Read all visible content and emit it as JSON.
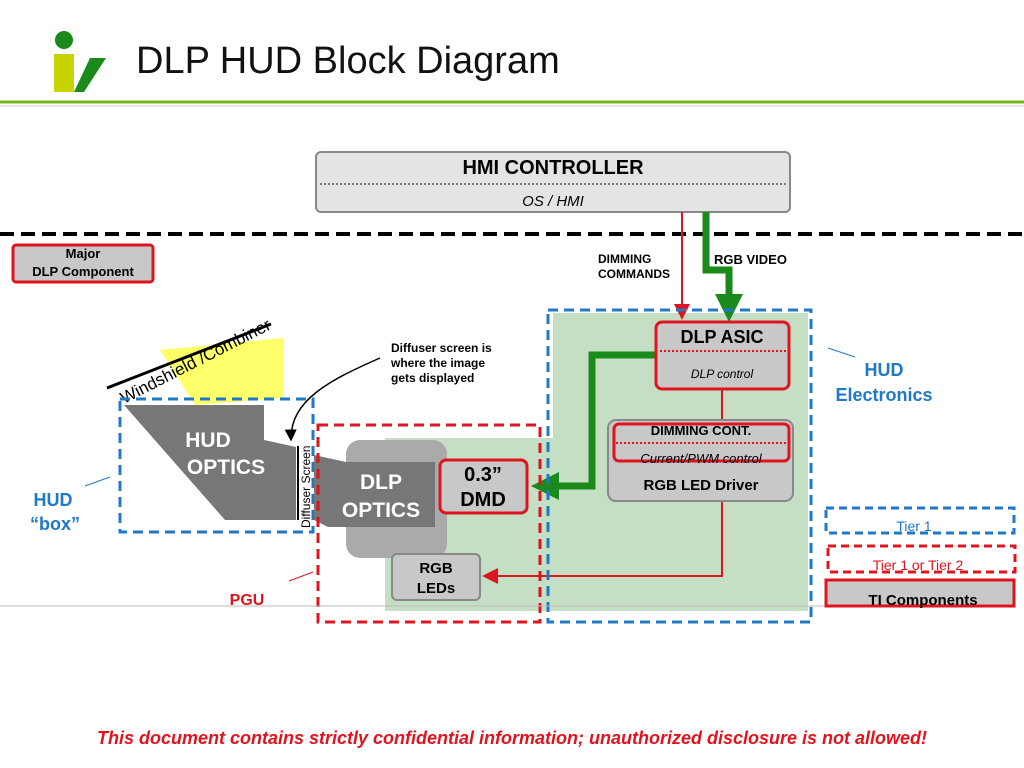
{
  "title": "DLP HUD Block Diagram",
  "colors": {
    "tier1": "#1f78c8",
    "tier2": "#e0141e",
    "green_signal": "#1a8a1a",
    "electronics_bg": "#c5dfc5",
    "component_gray": "#c8c8c8",
    "logo_green": "#7ab51d"
  },
  "hmi": {
    "title": "HMI CONTROLLER",
    "subtitle": "OS / HMI"
  },
  "signals": {
    "dimming_line1": "DIMMING",
    "dimming_line2": "COMMANDS",
    "rgb_video": "RGB VIDEO"
  },
  "key_box": {
    "line1": "Major",
    "line2": "DLP Component"
  },
  "windshield": "Windshield /Combiner",
  "diffuser_note": {
    "line1": "Diffuser screen is",
    "line2": "where the image",
    "line3": "gets displayed"
  },
  "diffuser_screen": "Diffuser Screen",
  "hud_optics": {
    "line1": "HUD",
    "line2": "OPTICS"
  },
  "hud_box": {
    "line1": "HUD",
    "line2": "“box”"
  },
  "dlp_optics": {
    "line1": "DLP",
    "line2": "OPTICS"
  },
  "dmd": {
    "line1": "0.3”",
    "line2": "DMD"
  },
  "rgb_leds": {
    "line1": "RGB",
    "line2": "LEDs"
  },
  "pgu": "PGU",
  "asic": {
    "title": "DLP ASIC",
    "subtitle": "DLP control"
  },
  "driver": {
    "dimming": "DIMMING CONT.",
    "control": "Current/PWM control",
    "title": "RGB LED Driver"
  },
  "hud_electronics": {
    "line1": "HUD",
    "line2": "Electronics"
  },
  "legend": {
    "tier1": "Tier 1",
    "tier12": "Tier 1 or Tier 2",
    "ti": "TI Components"
  },
  "footer": "This document contains strictly confidential information; unauthorized disclosure is not allowed!"
}
